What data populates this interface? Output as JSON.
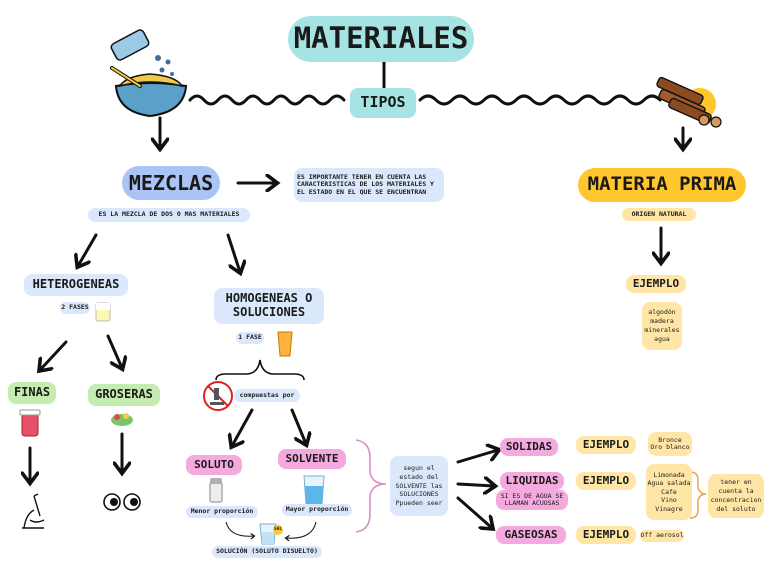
{
  "title": "MATERIALES",
  "tipos": "TIPOS",
  "mezclas": {
    "label": "MEZCLAS",
    "note_line1": "ES IMPORTANTE TENER EN CUENTA LAS",
    "note_line2": "CARACTERISTICAS DE LOS MATERIALES Y",
    "note_line3": "EL ESTADO EN EL QUE SE ENCUENTRAN",
    "definition": "ES LA MEZCLA DE DOS O MAS MATERIALES",
    "heterogeneas": {
      "label": "HETEROGENEAS",
      "phases": "2 FASES",
      "finas": "FINAS",
      "groseras": "GROSERAS"
    },
    "homogeneas": {
      "label_line1": "HOMOGENEAS O",
      "label_line2": "SOLUCIONES",
      "phases": "1 FASE",
      "compuestas": "compuestas por",
      "soluto": "SOLUTO",
      "solvente": "SOLVENTE",
      "menor": "Menor proporción",
      "mayor": "Mayor proporción",
      "solucion": "SOLUCIÓN (SOLUTO DISUELTO)",
      "sal_label": "SAL"
    }
  },
  "segun": {
    "line1": "segun el",
    "line2": "estado del",
    "line3": "SOLVENTE las",
    "line4": "SOLUCIONES",
    "line5": "Ppueden seer"
  },
  "estados": {
    "solidas": "SOLIDAS",
    "liquidas": "LIQUIDAS",
    "liquidas_note_line1": "SI ES DE AGUA SE",
    "liquidas_note_line2": "LLAMAN ACUOSAS",
    "gaseosas": "GASEOSAS",
    "ejemplo": "EJEMPLO",
    "solidas_ex": [
      "Bronce",
      "Oro blanco"
    ],
    "liquidas_ex": [
      "Limonada",
      "Agua salada",
      "Cafe",
      "Vino",
      "Vinagre"
    ],
    "gaseosas_ex": "Off aerosol",
    "concentration_note": [
      "tener en",
      "cuenta la",
      "concentracion",
      "del soluto"
    ]
  },
  "materia_prima": {
    "label": "MATERIA PRIMA",
    "origin": "ORIGEN NATURAL",
    "ejemplo": "EJEMPLO",
    "items": [
      "algodón",
      "madera",
      "minerales",
      "agua"
    ]
  },
  "colors": {
    "blue": "#a9c4f5",
    "light_blue": "#dbe8fb",
    "teal": "#a6e3e3",
    "orange": "#ffc62e",
    "light_orange": "#ffe6a6",
    "pink": "#f4a9df",
    "green": "#c5ecb0"
  }
}
